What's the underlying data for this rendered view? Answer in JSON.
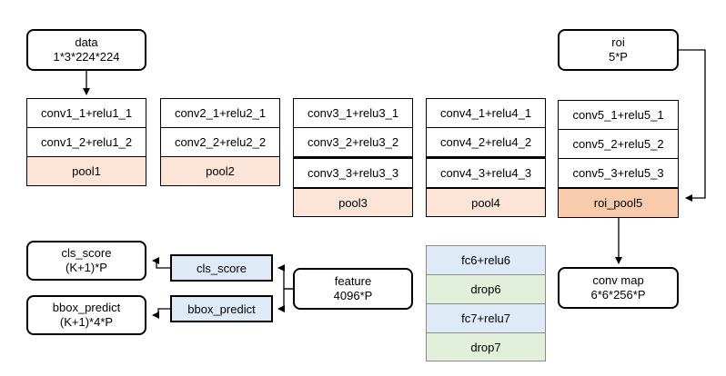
{
  "input": {
    "title": "data",
    "shape": "1*3*224*224"
  },
  "roi": {
    "title": "roi",
    "shape": "5*P"
  },
  "blocks": [
    {
      "layers": [
        "conv1_1+relu1_1",
        "conv1_2+relu1_2"
      ],
      "pool": "pool1"
    },
    {
      "layers": [
        "conv2_1+relu2_1",
        "conv2_2+relu2_2"
      ],
      "pool": "pool2"
    },
    {
      "layers": [
        "conv3_1+relu3_1",
        "conv3_2+relu3_2",
        "conv3_3+relu3_3"
      ],
      "pool": "pool3"
    },
    {
      "layers": [
        "conv4_1+relu4_1",
        "conv4_2+relu4_2",
        "conv4_3+relu4_3"
      ],
      "pool": "pool4"
    },
    {
      "layers": [
        "conv5_1+relu5_1",
        "conv5_2+relu5_2",
        "conv5_3+relu5_3"
      ],
      "pool": "roi_pool5"
    }
  ],
  "conv_map": {
    "title": "conv map",
    "shape": "6*6*256*P"
  },
  "fc_stack": [
    "fc6+relu6",
    "drop6",
    "fc7+relu7",
    "drop7"
  ],
  "feature": {
    "title": "feature",
    "shape": "4096*P"
  },
  "cls_layer": "cls_score",
  "bbox_layer": "bbox_predict",
  "cls_out": {
    "title": "cls_score",
    "shape": "(K+1)*P"
  },
  "bbox_out": {
    "title": "bbox_predict",
    "shape": "(K+1)*4*P"
  }
}
